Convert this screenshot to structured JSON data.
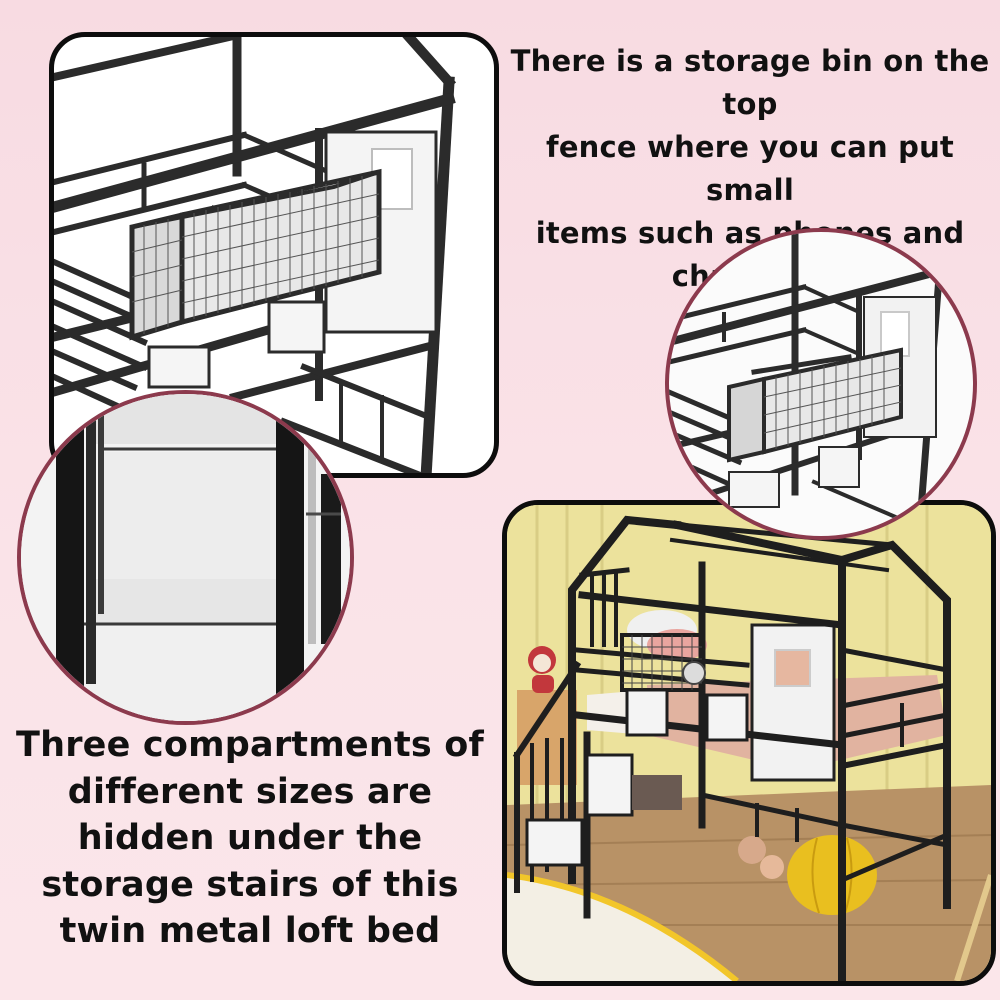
{
  "infographic": {
    "background_color": "#f9dde3",
    "accent_circle_color": "#8c3a4d",
    "frame_border_color": "#0d0d0d",
    "caption_top": {
      "lines": [
        "There is a storage bin on the top",
        "fence where you can put small",
        "items such as phones and",
        "chargers."
      ]
    },
    "caption_bottom": {
      "lines": [
        "Three compartments of",
        "different sizes are",
        "hidden under the",
        "storage stairs of this",
        "twin metal loft bed"
      ]
    },
    "images": {
      "top_left": "closeup-render-storage-bin-on-fence",
      "right_circle": "zoom-detail-storage-bin",
      "left_circle": "zoom-detail-stair-compartments",
      "bottom_right": "room-photo-house-loft-bed-with-stairs"
    }
  }
}
